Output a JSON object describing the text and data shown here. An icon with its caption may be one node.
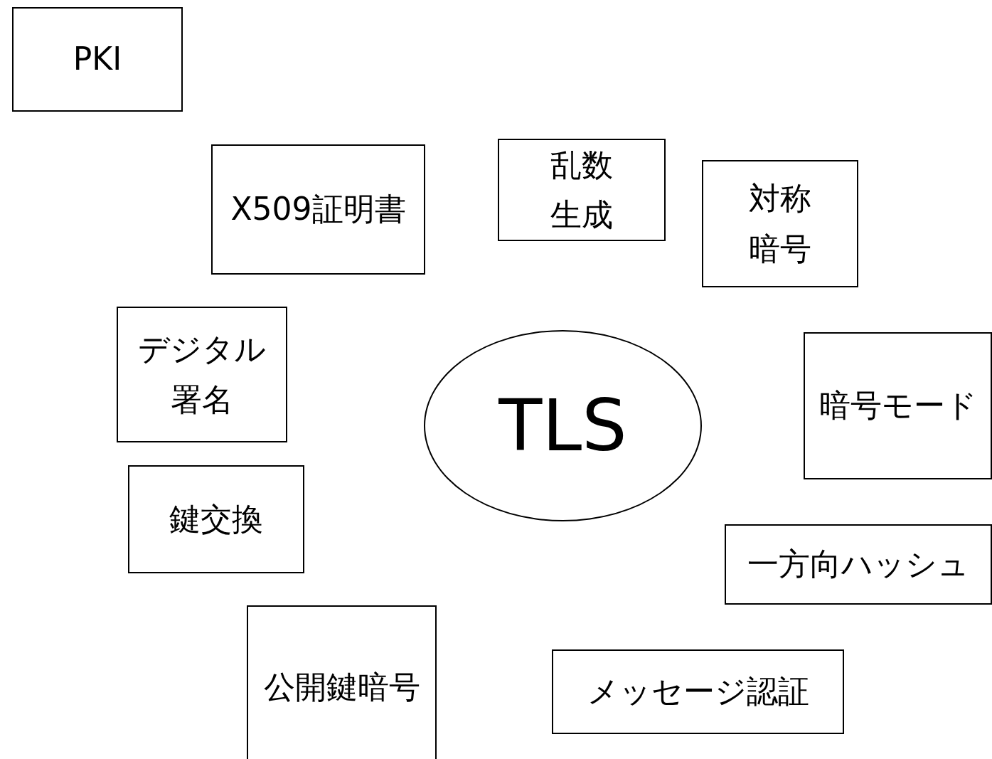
{
  "diagram": {
    "nodes": [
      {
        "text": [
          "PKI"
        ]
      },
      {
        "text": [
          "乱数生成"
        ]
      },
      {
        "text": [
          "X509証明書"
        ]
      },
      {
        "text": [
          "対称暗号"
        ]
      },
      {
        "text": [
          "デジタル署名"
        ]
      },
      {
        "text": [
          "TLS"
        ]
      },
      {
        "text": [
          "暗号モード"
        ]
      },
      {
        "text": [
          "鍵交換"
        ]
      },
      {
        "text": [
          "一方向ハッシュ"
        ]
      },
      {
        "text": [
          "公開鍵暗号"
        ]
      },
      {
        "text": [
          "メッセージ認証"
        ]
      }
    ]
  }
}
